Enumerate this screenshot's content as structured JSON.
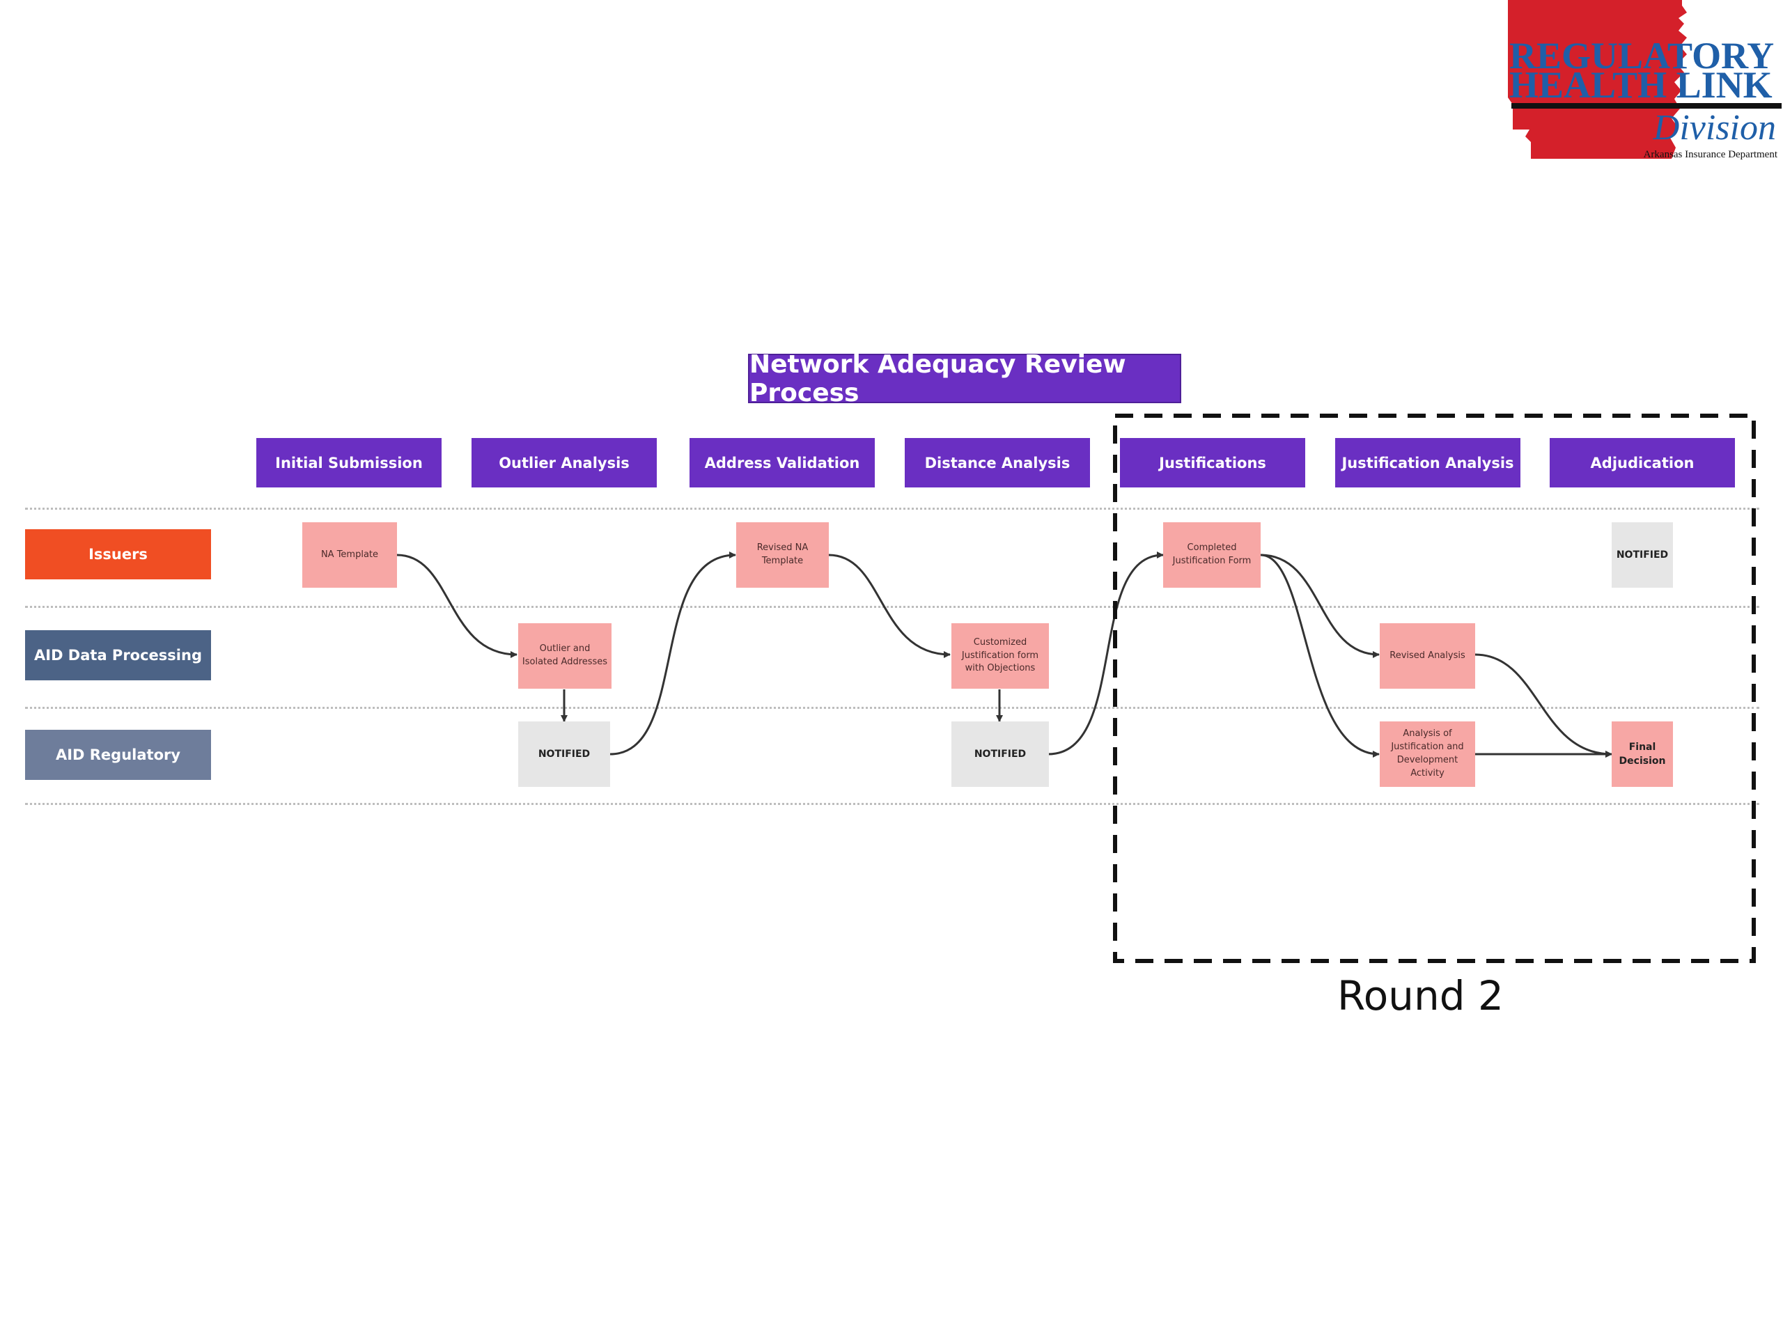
{
  "logo": {
    "line1": "REGULATORY",
    "line2": "HEALTH LINK",
    "line3": "Division",
    "line4": "Arkansas Insurance Department",
    "colors": {
      "red": "#d4202a",
      "blue": "#1f5fa8",
      "black": "#111111"
    }
  },
  "title": "Network Adequacy Review Process",
  "phases": [
    "Initial Submission",
    "Outlier Analysis",
    "Address Validation",
    "Distance Analysis",
    "Justifications",
    "Justification Analysis",
    "Adjudication"
  ],
  "lanes": [
    {
      "label": "Issuers",
      "color": "#f04e23"
    },
    {
      "label": "AID Data Processing",
      "color": "#4c6386"
    },
    {
      "label": "AID Regulatory",
      "color": "#6e7d9b"
    }
  ],
  "nodes": {
    "na_template": "NA Template",
    "outlier_isolated": "Outlier and Isolated Addresses",
    "notified_1": "NOTIFIED",
    "revised_na_template": "Revised NA Template",
    "customized_justification": "Customized Justification form with Objections",
    "notified_2": "NOTIFIED",
    "completed_justification": "Completed Justification Form",
    "revised_analysis": "Revised Analysis",
    "analysis_justification": "Analysis of Justification and Development Activity",
    "notified_3": "NOTIFIED",
    "final_decision": "Final Decision"
  },
  "round_label": "Round 2",
  "colors": {
    "phase": "#6a2fc2",
    "node_pink": "#f7a7a5",
    "node_gray": "#e6e6e6",
    "arrow": "#333333"
  }
}
